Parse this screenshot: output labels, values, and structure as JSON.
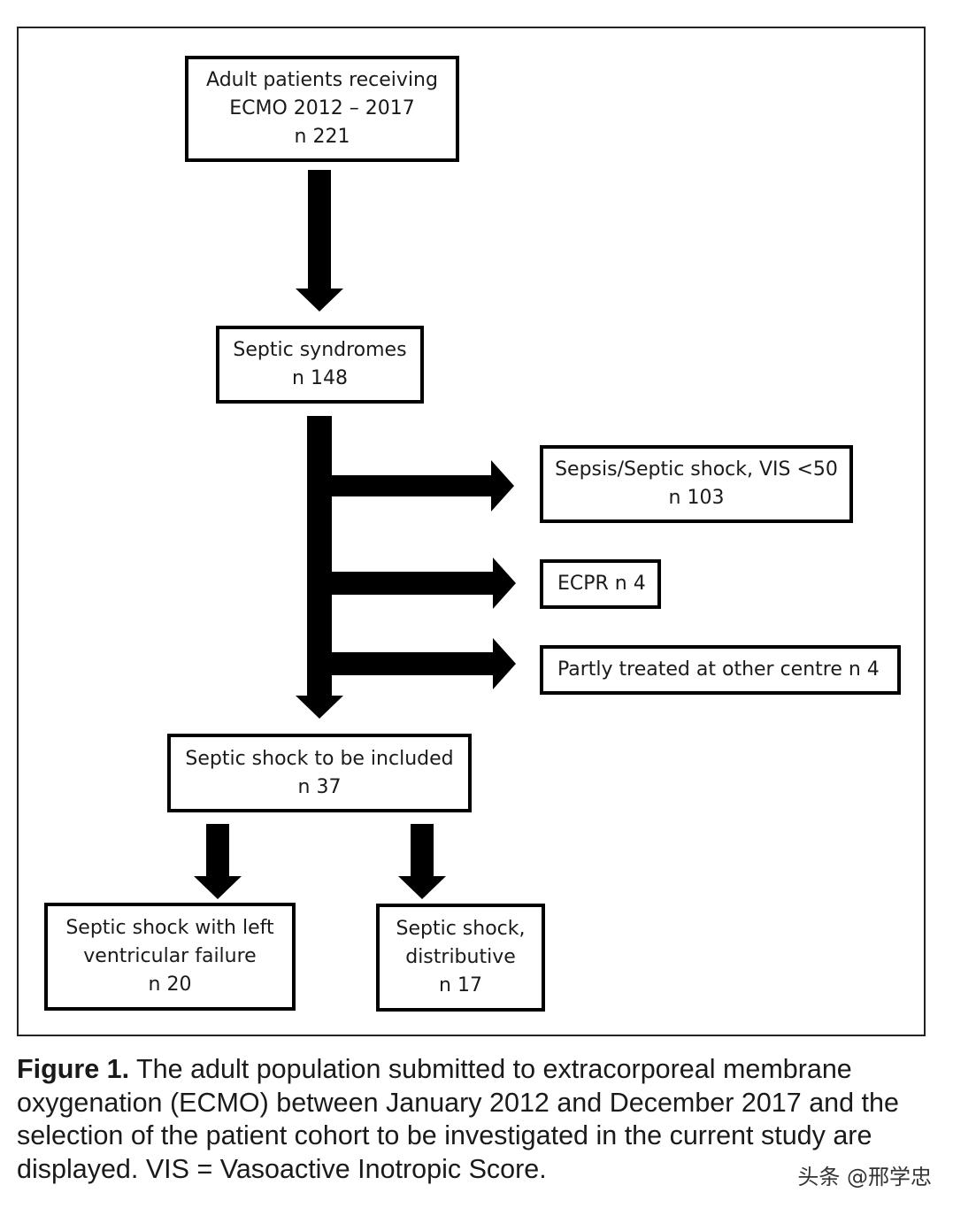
{
  "flowchart": {
    "start": {
      "line1": "Adult patients receiving",
      "line2": "ECMO 2012 – 2017",
      "line3": "n 221"
    },
    "septic_syndromes": {
      "line1": "Septic syndromes",
      "line2": "n 148"
    },
    "exclusions": {
      "sepsis": {
        "line1": "Sepsis/Septic shock, VIS <50",
        "line2": "n 103"
      },
      "ecpr": {
        "line1": "ECPR n 4"
      },
      "other_centre": {
        "line1": "Partly treated at other centre n 4"
      }
    },
    "included": {
      "line1": "Septic shock to be included",
      "line2": "n 37"
    },
    "lv_failure": {
      "line1": "Septic shock with left",
      "line2": "ventricular failure",
      "line3": "n 20"
    },
    "distributive": {
      "line1": "Septic shock,",
      "line2": "distributive",
      "line3": "n 17"
    }
  },
  "caption": {
    "label": "Figure 1.",
    "text": "The adult population submitted to extracorporeal membrane oxygenation (ECMO) between January 2012 and December 2017 and the selection of the patient cohort to be investigated in the current study are displayed. VIS = Vasoactive Inotropic Score."
  },
  "watermark": {
    "text": "头条 @邢学忠"
  },
  "colors": {
    "arrow": "#000000",
    "box_border": "#000000",
    "frame_border": "#222222"
  }
}
